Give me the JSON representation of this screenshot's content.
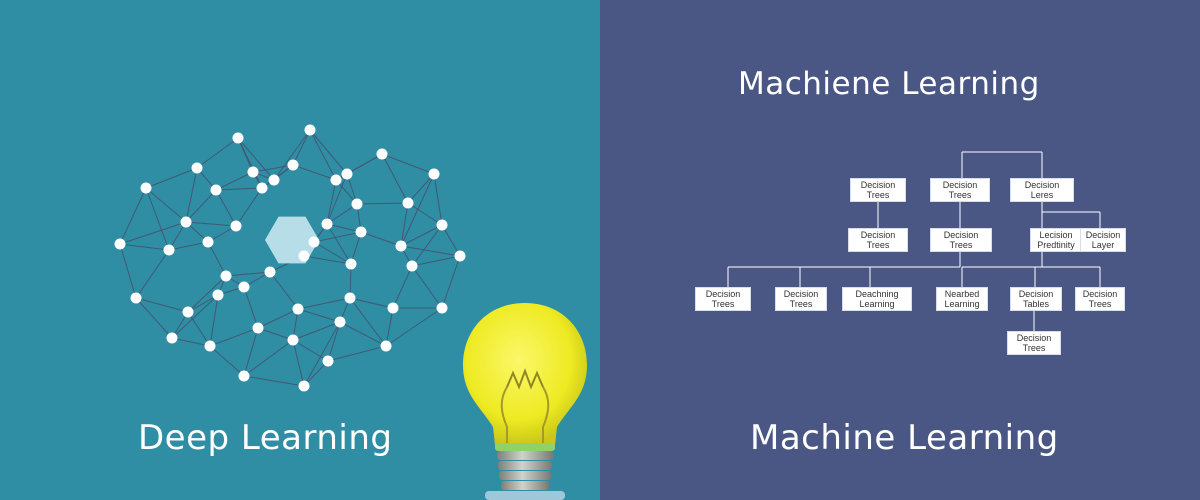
{
  "colors": {
    "left_bg": "#2f8ea4",
    "right_bg": "#4a5785",
    "node": "#ffffff",
    "edge": "#44506d",
    "hexagon": "#b6dde8",
    "bulb": "#f2ef32",
    "bulb_base": "#a8a8a0"
  },
  "left": {
    "title": "Deep Learning",
    "icon": "neural-network-graph"
  },
  "right": {
    "heading": "Machiene Learning",
    "title": "Machine Learning",
    "icon": "decision-tree-diagram",
    "tree_nodes": [
      {
        "label": "Decision\nTrees"
      },
      {
        "label": "Decision\nTrees"
      },
      {
        "label": "Decision\nLeres"
      },
      {
        "label": "Decision\nTrees"
      },
      {
        "label": "Decision\nTrees"
      },
      {
        "label": "Lecision\nPredtinity"
      },
      {
        "label": "Decision\nLayer"
      },
      {
        "label": "Decision\nTrees"
      },
      {
        "label": "Decision\nTrees"
      },
      {
        "label": "Deachning\nLearning"
      },
      {
        "label": "Nearbed\nLearning"
      },
      {
        "label": "Decision\nTables"
      },
      {
        "label": "Decision\nTrees"
      },
      {
        "label": "Decision\nTrees"
      }
    ]
  },
  "decoration": {
    "lightbulb": "lightbulb-icon"
  }
}
